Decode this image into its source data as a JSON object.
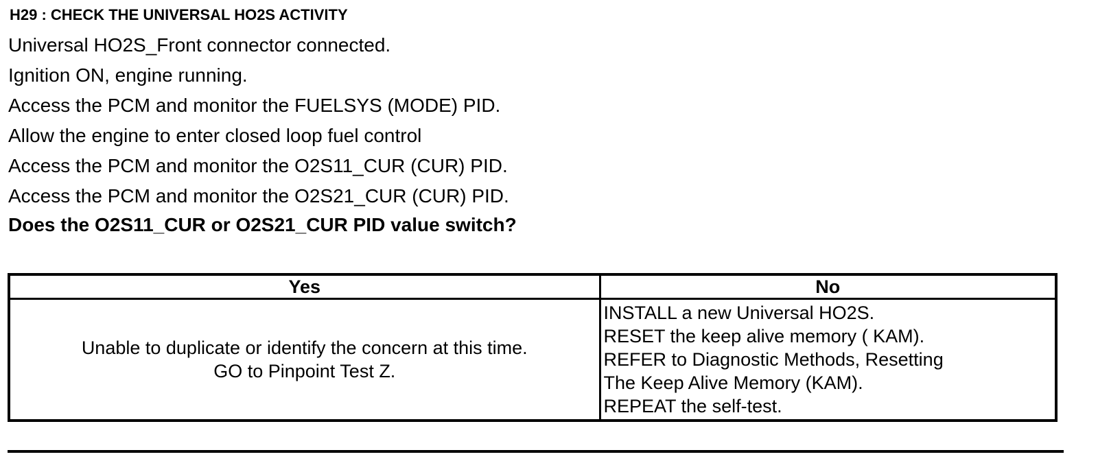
{
  "heading": "H29 : CHECK THE UNIVERSAL HO2S ACTIVITY",
  "steps": [
    "Universal HO2S_Front connector connected.",
    "Ignition ON, engine running.",
    "Access the PCM and monitor the  FUELSYS (MODE) PID.",
    "Allow the engine to enter closed loop fuel control",
    "Access the PCM and monitor the  O2S11_CUR (CUR) PID.",
    "Access the PCM and monitor the  O2S21_CUR (CUR) PID."
  ],
  "question": "Does the O2S11_CUR or O2S21_CUR  PID value switch?",
  "table": {
    "headers": {
      "yes": "Yes",
      "no": "No"
    },
    "yes_lines": [
      "Unable to duplicate or identify the concern at this time.",
      "GO to Pinpoint Test Z."
    ],
    "no_lines": [
      "INSTALL a new Universal HO2S.",
      " RESET the keep alive memory ( KAM).",
      " REFER to Diagnostic Methods, Resetting",
      " The Keep Alive Memory (KAM).",
      " REPEAT the self-test."
    ]
  }
}
